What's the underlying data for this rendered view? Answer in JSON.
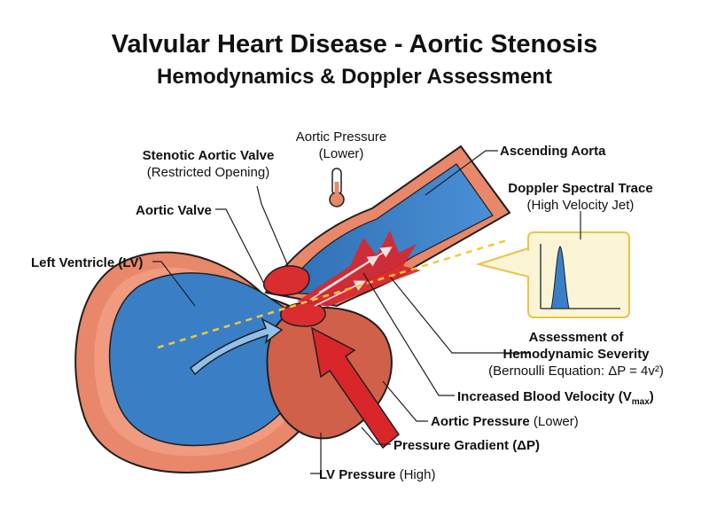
{
  "title": "Valvular Heart Disease - Aortic Stenosis",
  "subtitle": "Hemodynamics & Doppler Assessment",
  "labels": {
    "aortic_pressure_top": {
      "line1": "Aortic Pressure",
      "line2": "(Lower)"
    },
    "stenotic_valve": {
      "line1": "Stenotic Aortic Valve",
      "line2": "(Restricted Opening)"
    },
    "ascending_aorta": "Ascending Aorta",
    "aortic_valve": "Aortic Valve",
    "doppler_trace": {
      "line1": "Doppler Spectral Trace",
      "line2": "(High Velocity Jet)"
    },
    "left_ventricle": "Left Ventricle (LV)",
    "assessment": {
      "line1": "Assessment of",
      "line2": "Hemodynamic Severity",
      "line3": "(Bernoulli Equation: ΔP = 4v²)"
    },
    "increased_velocity": {
      "text": "Increased Blood Velocity (V",
      "sub": "max",
      "close": ")"
    },
    "aortic_pressure_bottom": {
      "bold": "Aortic Pressure",
      "normal": " (Lower)"
    },
    "pressure_gradient": "Pressure Gradient (ΔP)",
    "lv_pressure": {
      "bold": "LV Pressure",
      "normal": " (High)"
    }
  },
  "icons": [
    "thermometer-icon",
    "velocity-arrow-icon",
    "pressure-arrow-icon"
  ],
  "colors": {
    "blood": "#3a7fc6",
    "muscle": "#e8876a",
    "muscle_outline": "#1f1f1f",
    "jet": "#d9262b",
    "doppler_line": "#f2c933",
    "doppler_box_bg": "#fbf5d6"
  }
}
